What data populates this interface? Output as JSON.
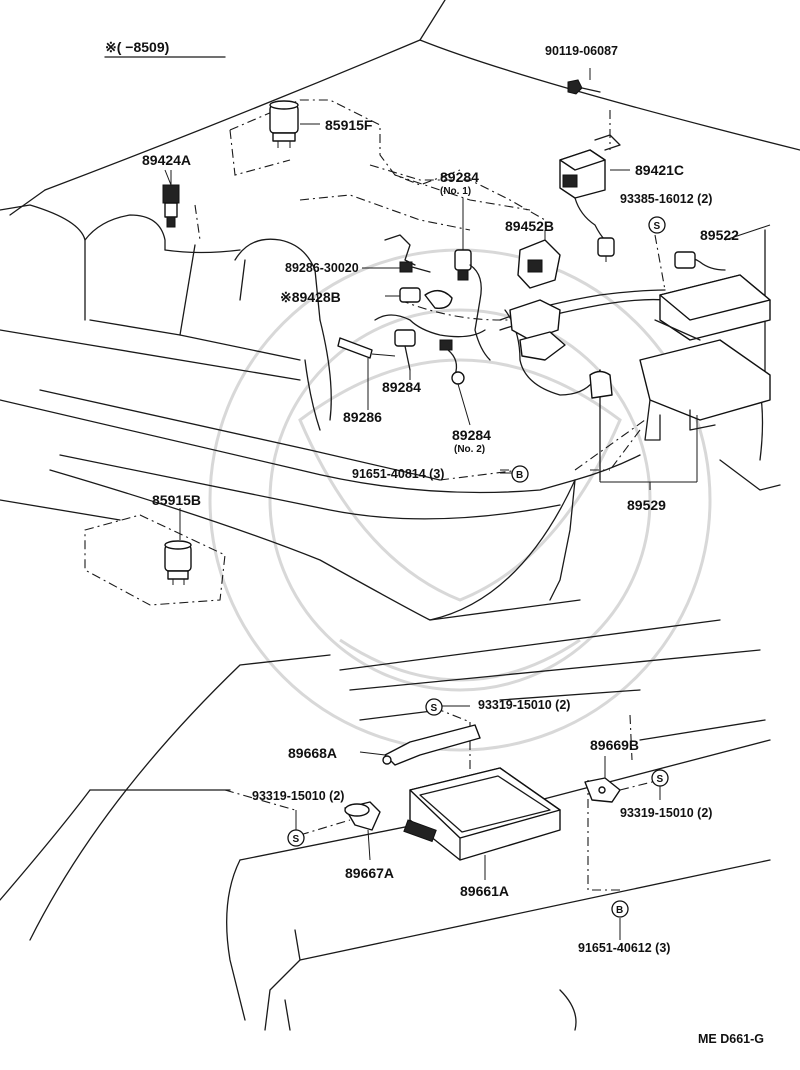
{
  "header": {
    "title": "※(      −8509)"
  },
  "footer": {
    "code": "ME  D661-G"
  },
  "labels": {
    "p90119": "90119-06087",
    "p85915F": "85915F",
    "p89424A": "89424A",
    "p89284_1": "89284",
    "p89284_1_sub": "(No. 1)",
    "p89421C": "89421C",
    "p93385": "93385-16012 (2)",
    "p89452B": "89452B",
    "p89522": "89522",
    "p89286_30020": "89286-30020",
    "p89428B": "※89428B",
    "p89284_mid": "89284",
    "p89286": "89286",
    "p89284_2": "89284",
    "p89284_2_sub": "(No. 2)",
    "p91651_40814": "91651-40814 (3)",
    "p89529": "89529",
    "p85915B": "85915B",
    "p93319_a": "93319-15010 (2)",
    "p89668A": "89668A",
    "p89669B": "89669B",
    "p93319_b": "93319-15010 (2)",
    "p93319_c": "93319-15010 (2)",
    "p89667A": "89667A",
    "p89661A": "89661A",
    "p91651_40612": "91651-40612 (3)"
  },
  "markers": {
    "screw": "S",
    "bolt": "B"
  }
}
